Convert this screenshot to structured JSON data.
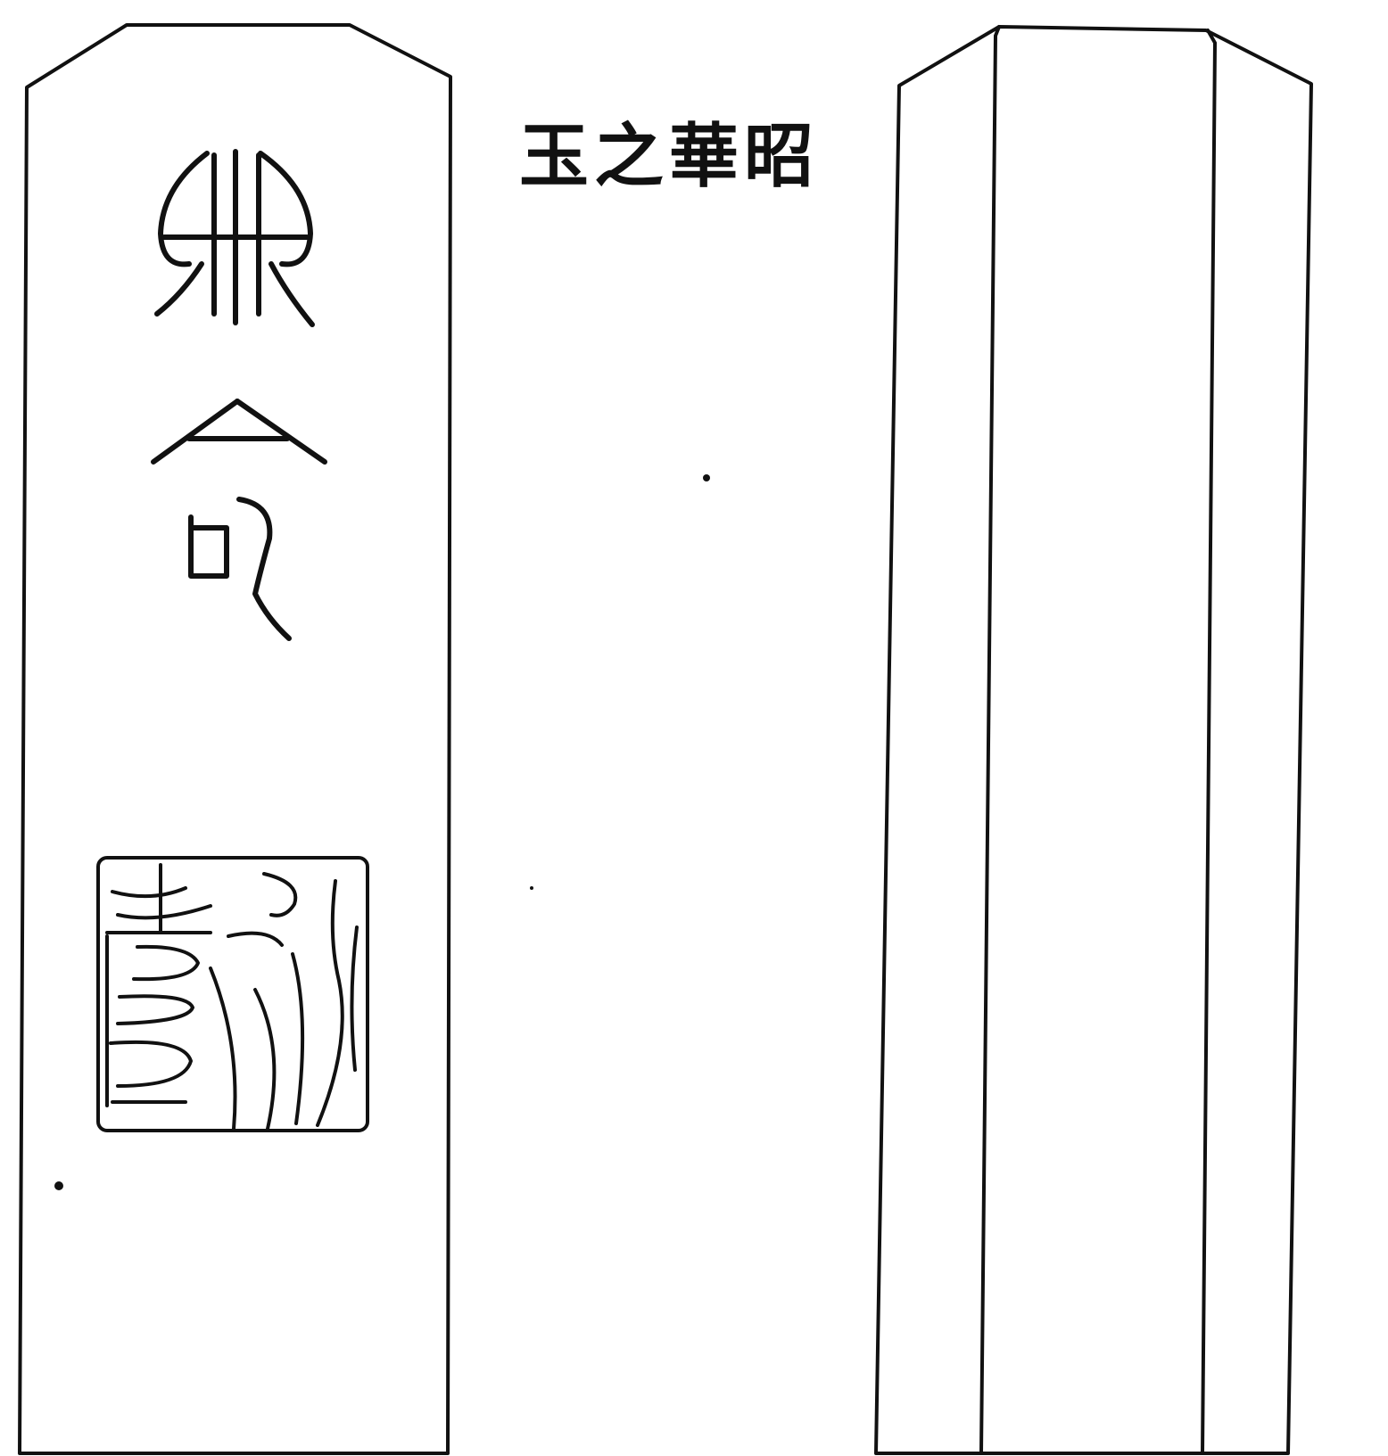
{
  "caption": "玉之華昭",
  "front_inscription": [
    "典",
    "命"
  ],
  "seal": {
    "characters": [
      "書",
      "派"
    ]
  },
  "colors": {
    "ink": "#111111",
    "paper": "#ffffff"
  }
}
